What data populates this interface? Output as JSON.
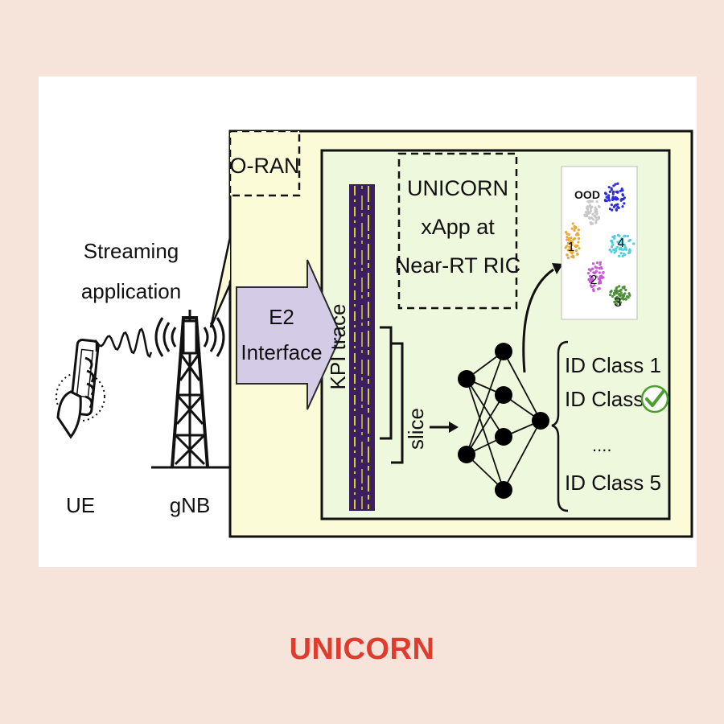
{
  "diagram": {
    "oran_label": "O-RAN",
    "streaming_label_line1": "Streaming",
    "streaming_label_line2": "application",
    "ue_label": "UE",
    "gnb_label": "gNB",
    "e2_line1": "E2",
    "e2_line2": "Interface",
    "kpi_label": "KPI trace",
    "slice_label": "slice",
    "xapp_line1": "UNICORN",
    "xapp_line2": "xApp at",
    "xapp_line3": "Near-RT RIC",
    "clusters": {
      "ood": "OOD",
      "c1": "1",
      "c2": "2",
      "c3": "3",
      "c4": "4"
    },
    "classes": [
      "ID Class 1",
      "ID Class 2",
      "....",
      "ID Class 5"
    ],
    "colors": {
      "ran_fill": "#fbfbd8",
      "ric_fill": "#eef8dc",
      "arrow_fill": "#d4cce6",
      "trace": "#3b1f5e",
      "trace_stripe": "#d7cf3a",
      "check": "#4aa02a"
    }
  },
  "footer": {
    "title": "UNICORN"
  }
}
